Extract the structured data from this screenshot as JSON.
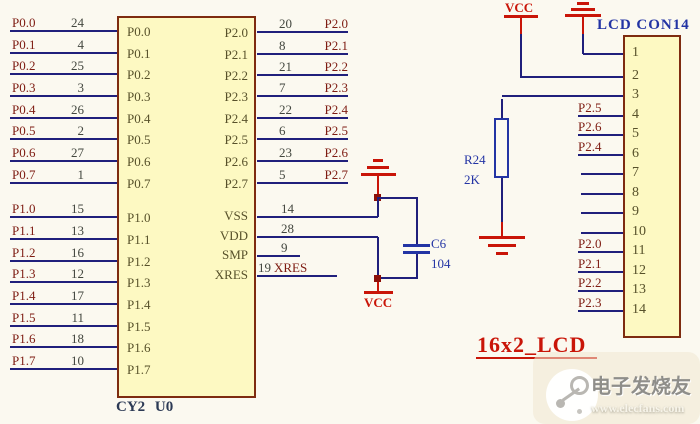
{
  "mcu": {
    "designator": "CY2 U0",
    "left_pins": [
      {
        "label": "P0.0",
        "num": "24"
      },
      {
        "label": "P0.1",
        "num": "4"
      },
      {
        "label": "P0.2",
        "num": "25"
      },
      {
        "label": "P0.3",
        "num": "3"
      },
      {
        "label": "P0.4",
        "num": "26"
      },
      {
        "label": "P0.5",
        "num": "2"
      },
      {
        "label": "P0.6",
        "num": "27"
      },
      {
        "label": "P0.7",
        "num": "1"
      },
      {
        "label": "P1.0",
        "num": "15"
      },
      {
        "label": "P1.1",
        "num": "13"
      },
      {
        "label": "P1.2",
        "num": "16"
      },
      {
        "label": "P1.3",
        "num": "12"
      },
      {
        "label": "P1.4",
        "num": "17"
      },
      {
        "label": "P1.5",
        "num": "11"
      },
      {
        "label": "P1.6",
        "num": "18"
      },
      {
        "label": "P1.7",
        "num": "10"
      }
    ],
    "right_pins": [
      {
        "num": "20",
        "label": "P2.0"
      },
      {
        "num": "8",
        "label": "P2.1"
      },
      {
        "num": "21",
        "label": "P2.2"
      },
      {
        "num": "7",
        "label": "P2.3"
      },
      {
        "num": "22",
        "label": "P2.4"
      },
      {
        "num": "6",
        "label": "P2.5"
      },
      {
        "num": "23",
        "label": "P2.6"
      },
      {
        "num": "5",
        "label": "P2.7"
      }
    ],
    "power_pins": [
      {
        "name": "VSS",
        "num": "14"
      },
      {
        "name": "VDD",
        "num": "28"
      },
      {
        "name": "SMP",
        "num": "9"
      },
      {
        "name": "XRES",
        "num": "19",
        "net": "XRES"
      }
    ]
  },
  "lcd": {
    "title": "LCD CON14",
    "caption": "16x2_LCD",
    "pins": [
      {
        "num": "1",
        "net": ""
      },
      {
        "num": "2",
        "net": ""
      },
      {
        "num": "3",
        "net": ""
      },
      {
        "num": "4",
        "net": "P2.5"
      },
      {
        "num": "5",
        "net": "P2.6"
      },
      {
        "num": "6",
        "net": "P2.4"
      },
      {
        "num": "7",
        "net": ""
      },
      {
        "num": "8",
        "net": ""
      },
      {
        "num": "9",
        "net": ""
      },
      {
        "num": "10",
        "net": ""
      },
      {
        "num": "11",
        "net": "P2.0"
      },
      {
        "num": "12",
        "net": "P2.1"
      },
      {
        "num": "13",
        "net": "P2.2"
      },
      {
        "num": "14",
        "net": "P2.3"
      }
    ]
  },
  "components": {
    "resistor": {
      "ref": "R24",
      "value": "2K"
    },
    "capacitor": {
      "ref": "C6",
      "value": "104"
    }
  },
  "power": {
    "vcc_top": "VCC",
    "vcc_bottom": "VCC"
  },
  "watermark": {
    "brand": "电子发烧友",
    "url": "www.elecfans.com"
  },
  "colors": {
    "wire": "#20207c",
    "net_label": "#7e1c12",
    "pin_number": "#43473f",
    "pin_name": "#57512a",
    "component_blue": "#2334a4",
    "power_red": "#c91508",
    "ic_fill": "#fdf9c2",
    "ic_border": "#7e2c10"
  }
}
